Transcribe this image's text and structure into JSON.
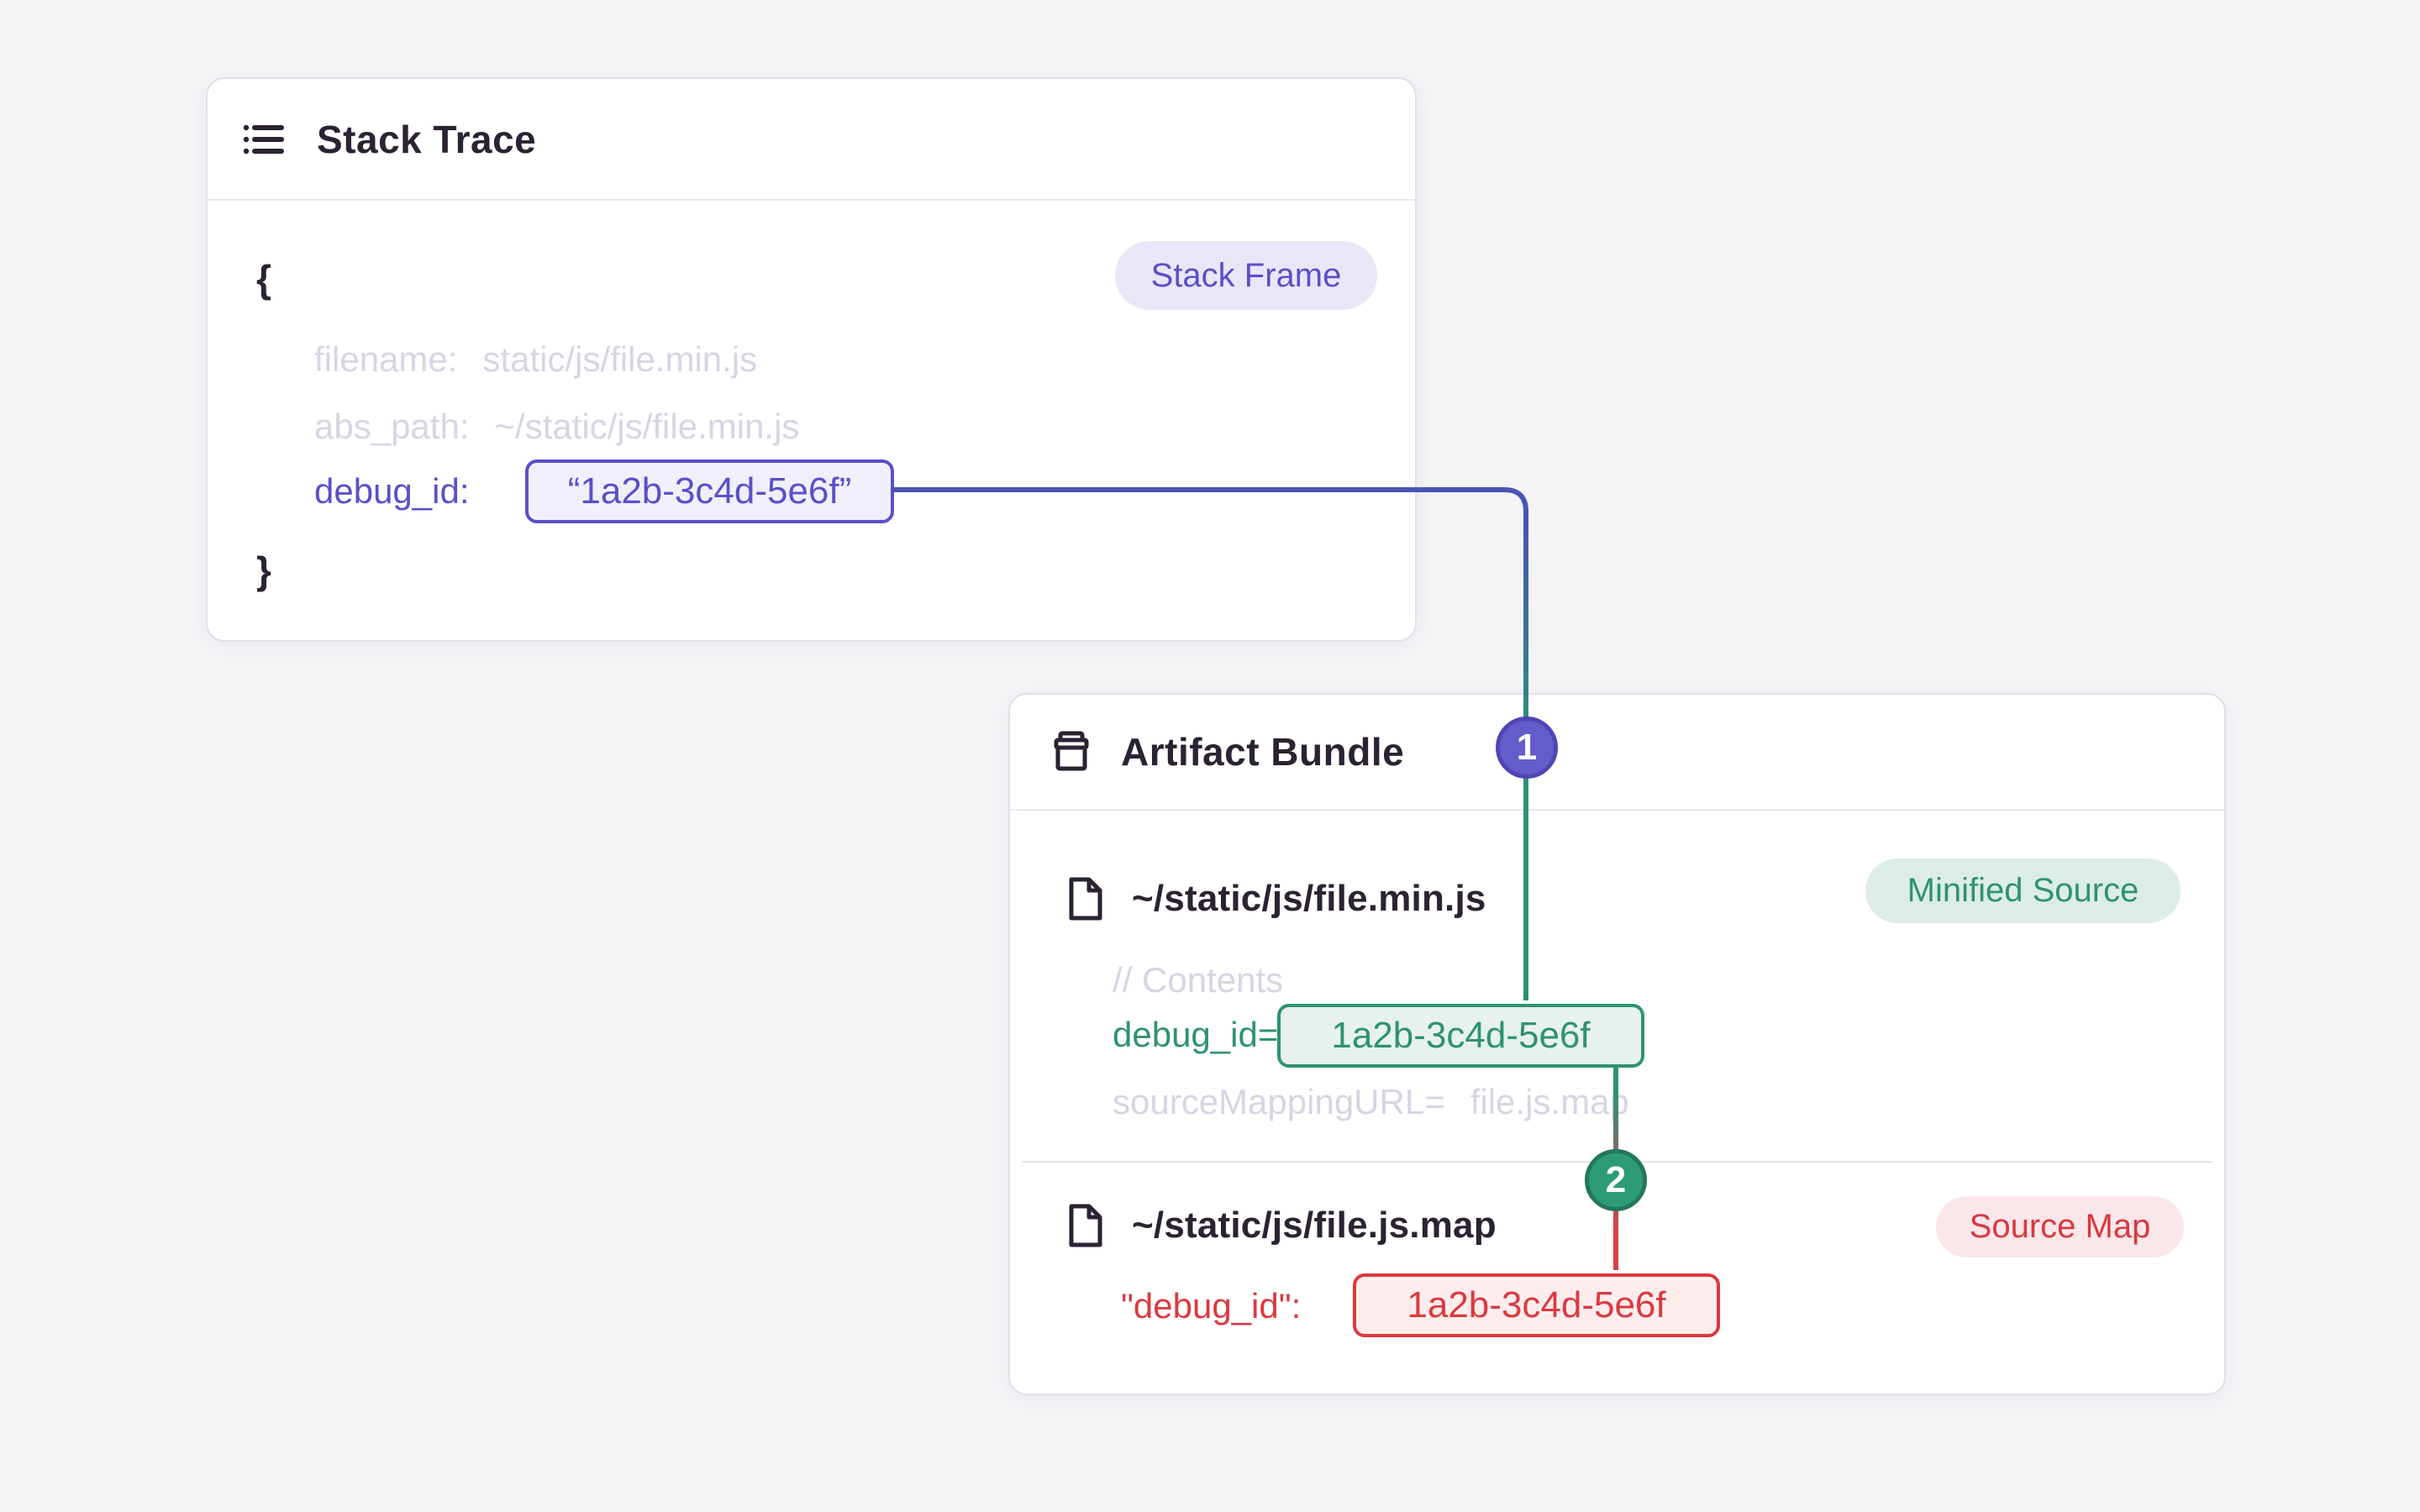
{
  "stack_trace_card": {
    "title": "Stack Trace",
    "badge": "Stack Frame",
    "open_brace": "{",
    "close_brace": "}",
    "lines": [
      {
        "label": "filename:",
        "value": "static/js/file.min.js"
      },
      {
        "label": "abs_path:",
        "value": "~/static/js/file.min.js"
      }
    ],
    "debug": {
      "label": "debug_id:",
      "value": "“1a2b-3c4d-5e6f”"
    }
  },
  "artifact_bundle_card": {
    "title": "Artifact Bundle",
    "files": [
      {
        "name": "~/static/js/file.min.js",
        "badge": "Minified Source",
        "comment": "// Contents",
        "debug_label": "debug_id=",
        "debug_value": "1a2b-3c4d-5e6f",
        "mapping_label": "sourceMappingURL=",
        "mapping_value": "file.js.map"
      },
      {
        "name": "~/static/js/file.js.map",
        "badge": "Source Map",
        "debug_label": "\"debug_id\":",
        "debug_value": "1a2b-3c4d-5e6f"
      }
    ]
  },
  "connectors": {
    "step1": "1",
    "step2": "2"
  },
  "colors": {
    "page_bg": "#f4f3f6",
    "card_border": "#e2dfeb",
    "dark_text": "#2b2233",
    "muted_text": "#d8d4e4",
    "purple": "#5a50c8",
    "purple_badge_bg": "#eae6f8",
    "green": "#2f9271",
    "green_badge_bg": "#dcede5",
    "red": "#dc3940",
    "red_badge_bg": "#fbe7e9",
    "line_start_indigo": "#4a54b5",
    "step1_fill": "#655bcb",
    "step2_fill": "#2e9b77"
  }
}
